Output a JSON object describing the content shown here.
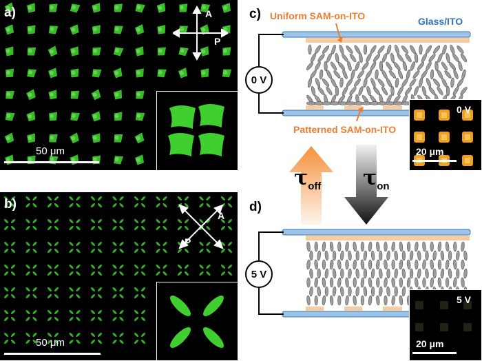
{
  "panel_a": {
    "label": "a)",
    "scale_bar": "50 μm",
    "analyzer": "A",
    "polarizer": "P"
  },
  "panel_b": {
    "label": "b)",
    "scale_bar": "50 μm",
    "analyzer": "A",
    "polarizer": "P"
  },
  "panel_c": {
    "label": "c)",
    "uniform_sam": "Uniform SAM-on-ITO",
    "glass_ito": "Glass/ITO",
    "patterned_sam": "Patterned SAM-on-ITO",
    "voltage": "0 V",
    "inset_voltage": "0 V",
    "inset_scale": "20 μm"
  },
  "panel_d": {
    "label": "d)",
    "voltage": "5 V",
    "inset_voltage": "5 V",
    "inset_scale": "20 μm"
  },
  "transitions": {
    "tau_off": "τ",
    "tau_off_sub": "off",
    "tau_on": "τ",
    "tau_on_sub": "on"
  },
  "colors": {
    "green": "#3fcf2e",
    "orange": "#ed7d31",
    "glass_blue": "#9dc3e6",
    "sam_orange": "#f8cba0"
  }
}
